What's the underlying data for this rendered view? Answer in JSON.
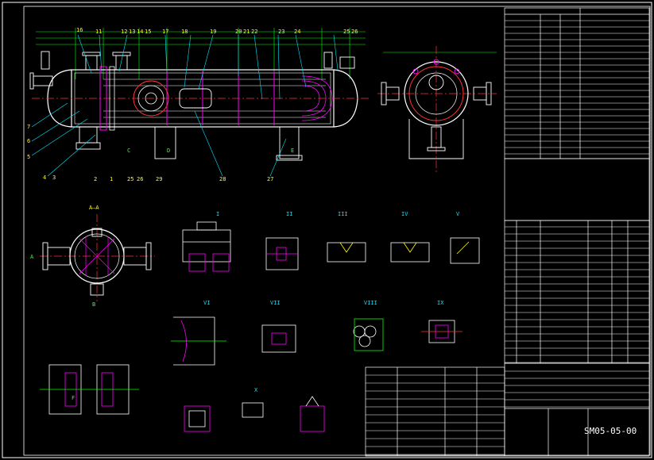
{
  "drawing": {
    "number": "SM05-05-00",
    "balloons_main": [
      "16",
      "11",
      "12",
      "13",
      "14",
      "15",
      "17",
      "18",
      "19",
      "20",
      "21",
      "22",
      "23",
      "24",
      "25",
      "26"
    ],
    "balloons_left": [
      "7",
      "6",
      "5",
      "4",
      "3",
      "2",
      "1"
    ],
    "balloons_bottom": [
      "28",
      "27",
      "25",
      "26",
      "29"
    ],
    "section_label": "A—A",
    "detail_labels": [
      "I",
      "II",
      "III",
      "IV",
      "V",
      "VI",
      "VII",
      "VIII",
      "IX",
      "X"
    ],
    "nozzle_letters": [
      "A",
      "B",
      "C",
      "D",
      "E",
      "F"
    ],
    "colors": {
      "outline": "#ffffff",
      "dimension": "#00ff00",
      "center": "#ff3333",
      "hatch": "#ff00ff",
      "leader": "#00e5ff",
      "note": "#ffff00"
    }
  }
}
